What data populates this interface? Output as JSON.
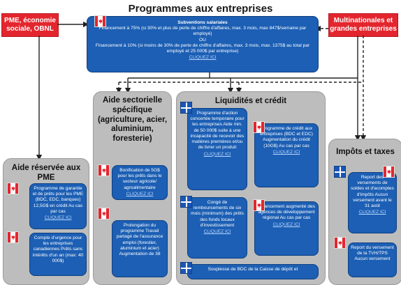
{
  "title": "Programmes aux entreprises",
  "left_box": "PME, économie sociale, OBNL",
  "right_box": "Multinationales et grandes entreprises",
  "top_box": {
    "heading": "Subventions salariales",
    "line1": "Financement à 75% (si 30% et plus de perte de chiffre d'affaires, max. 3 mois, max 847$/semaine par employé)",
    "or": "OU",
    "line2": "Financement à 10% (si moins de 30% de perte de chiffre d'affaires, max. 3 mois, max. 1375$ au total par employé et 25 000$ par entreprise)",
    "link": "CLIQUEZ ICI"
  },
  "panels": {
    "pme": {
      "title": "Aide réservée aux PME"
    },
    "sector": {
      "title": "Aide sectorielle spécifique (agriculture, acier, aluminium, foresterie)"
    },
    "liquidity": {
      "title": "Liquidités et crédit"
    },
    "tax": {
      "title": "Impôts et taxes"
    }
  },
  "boxes": {
    "pme1": {
      "text": "Programme de garantie et de prêts pour les PME (BDC, EDC, banques) 12,5G$ en crédit Au cas par cas",
      "link": "CLIQUEZ ICI"
    },
    "pme2": {
      "text": "Compte d'urgence pour les entreprises canadiennes Prêts sans intérêts d'un an (max: 40 000$)"
    },
    "sec1": {
      "text": "Bonification de 5G$ pour les prêts dans le secteur agricole/ agroalimentaire",
      "link": "CLIQUEZ ICI"
    },
    "sec2": {
      "text": "Prolongation du programme Travail partagé de l'assurance emploi (forestier, aluminium et acier) Augmentation de 38"
    },
    "liq1": {
      "text": "Programme d'action concertée temporaire pour les entreprises Aide min. de 50 000$ suite à une incapacité de recevoir des matières premières et/ou de livrer un produit",
      "link": "CLIQUEZ ICI"
    },
    "liq2": {
      "text": "Programme de crédit aux entreprises (BDC et EDC) Augmentation du crédit (10G$) Au cas par cas",
      "link": "CLIQUEZ ICI"
    },
    "liq3": {
      "text": "Congé de remboursements de six mois (minimum) des prêts des fonds locaux d'investissement",
      "link": "CLIQUEZ ICI"
    },
    "liq4": {
      "text": "Financement augmenté des agences de développement régional Au cas par cas",
      "link": "CLIQUEZ ICI"
    },
    "liq5": {
      "text": "Souplesse de BDC de la Caisse de dépôt et"
    },
    "tax1": {
      "text": "Report des versements de soldes et d'acomptes d'impôts Aucun versement avant le 31 août",
      "link": "CLIQUEZ ICI"
    },
    "tax2": {
      "text": "Report du versement de la TVH/TPS Aucun versement"
    }
  },
  "colors": {
    "red": "#e3262e",
    "blue": "#1c5fb4",
    "panel": "#bdbdbd"
  }
}
